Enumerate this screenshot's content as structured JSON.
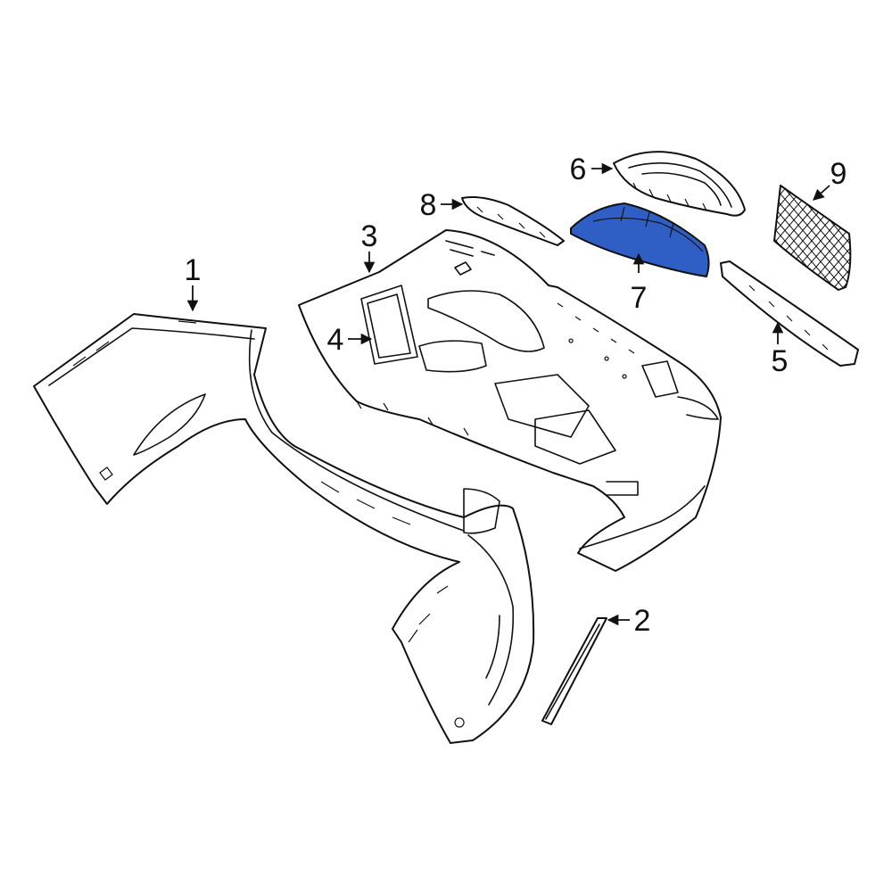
{
  "callouts": [
    {
      "id": "1",
      "label": "1"
    },
    {
      "id": "2",
      "label": "2"
    },
    {
      "id": "3",
      "label": "3"
    },
    {
      "id": "4",
      "label": "4"
    },
    {
      "id": "5",
      "label": "5"
    },
    {
      "id": "6",
      "label": "6"
    },
    {
      "id": "7",
      "label": "7"
    },
    {
      "id": "8",
      "label": "8"
    },
    {
      "id": "9",
      "label": "9"
    }
  ],
  "highlight_color": "#2f5fc4",
  "highlighted_part": "7"
}
